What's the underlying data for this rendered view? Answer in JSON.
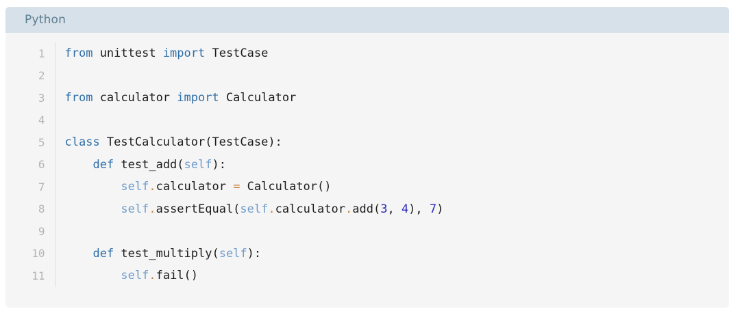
{
  "card": {
    "header": {
      "language_label": "Python"
    },
    "colors": {
      "header_bg": "#d7e1e9",
      "header_text": "#5d7d90",
      "body_bg": "#f5f5f5",
      "gutter_text": "#b5b5b5",
      "gutter_divider": "#dcdcdc",
      "keyword": "#2f6fa8",
      "self": "#6f9ccb",
      "operator": "#c8813f",
      "number": "#2b2bb8",
      "plain": "#1c1c1c"
    },
    "editor": {
      "line_numbers": [
        "1",
        "2",
        "3",
        "4",
        "5",
        "6",
        "7",
        "8",
        "9",
        "10",
        "11"
      ],
      "lines": [
        {
          "number": "1",
          "text": "from unittest import TestCase",
          "tokens": [
            {
              "t": "from",
              "c": "kw"
            },
            {
              "t": " unittest ",
              "c": "plain"
            },
            {
              "t": "import",
              "c": "kw"
            },
            {
              "t": " TestCase",
              "c": "plain"
            }
          ]
        },
        {
          "number": "2",
          "text": "",
          "tokens": []
        },
        {
          "number": "3",
          "text": "from calculator import Calculator",
          "tokens": [
            {
              "t": "from",
              "c": "kw"
            },
            {
              "t": " calculator ",
              "c": "plain"
            },
            {
              "t": "import",
              "c": "kw"
            },
            {
              "t": " Calculator",
              "c": "plain"
            }
          ]
        },
        {
          "number": "4",
          "text": "",
          "tokens": []
        },
        {
          "number": "5",
          "text": "class TestCalculator(TestCase):",
          "tokens": [
            {
              "t": "class",
              "c": "kw"
            },
            {
              "t": " TestCalculator(TestCase):",
              "c": "plain"
            }
          ]
        },
        {
          "number": "6",
          "text": "    def test_add(self):",
          "tokens": [
            {
              "t": "    ",
              "c": "plain"
            },
            {
              "t": "def",
              "c": "kw"
            },
            {
              "t": " test_add(",
              "c": "plain"
            },
            {
              "t": "self",
              "c": "self"
            },
            {
              "t": "):",
              "c": "plain"
            }
          ]
        },
        {
          "number": "7",
          "text": "        self.calculator = Calculator()",
          "tokens": [
            {
              "t": "        ",
              "c": "plain"
            },
            {
              "t": "self",
              "c": "self"
            },
            {
              "t": ".",
              "c": "op"
            },
            {
              "t": "calculator ",
              "c": "plain"
            },
            {
              "t": "=",
              "c": "op"
            },
            {
              "t": " Calculator()",
              "c": "plain"
            }
          ]
        },
        {
          "number": "8",
          "text": "        self.assertEqual(self.calculator.add(3, 4), 7)",
          "tokens": [
            {
              "t": "        ",
              "c": "plain"
            },
            {
              "t": "self",
              "c": "self"
            },
            {
              "t": ".",
              "c": "op"
            },
            {
              "t": "assertEqual(",
              "c": "plain"
            },
            {
              "t": "self",
              "c": "self"
            },
            {
              "t": ".",
              "c": "op"
            },
            {
              "t": "calculator",
              "c": "plain"
            },
            {
              "t": ".",
              "c": "op"
            },
            {
              "t": "add(",
              "c": "plain"
            },
            {
              "t": "3",
              "c": "num"
            },
            {
              "t": ", ",
              "c": "plain"
            },
            {
              "t": "4",
              "c": "num"
            },
            {
              "t": "), ",
              "c": "plain"
            },
            {
              "t": "7",
              "c": "num"
            },
            {
              "t": ")",
              "c": "plain"
            }
          ]
        },
        {
          "number": "9",
          "text": "",
          "tokens": []
        },
        {
          "number": "10",
          "text": "    def test_multiply(self):",
          "tokens": [
            {
              "t": "    ",
              "c": "plain"
            },
            {
              "t": "def",
              "c": "kw"
            },
            {
              "t": " test_multiply(",
              "c": "plain"
            },
            {
              "t": "self",
              "c": "self"
            },
            {
              "t": "):",
              "c": "plain"
            }
          ]
        },
        {
          "number": "11",
          "text": "        self.fail()",
          "tokens": [
            {
              "t": "        ",
              "c": "plain"
            },
            {
              "t": "self",
              "c": "self"
            },
            {
              "t": ".",
              "c": "op"
            },
            {
              "t": "fail()",
              "c": "plain"
            }
          ]
        }
      ]
    }
  }
}
